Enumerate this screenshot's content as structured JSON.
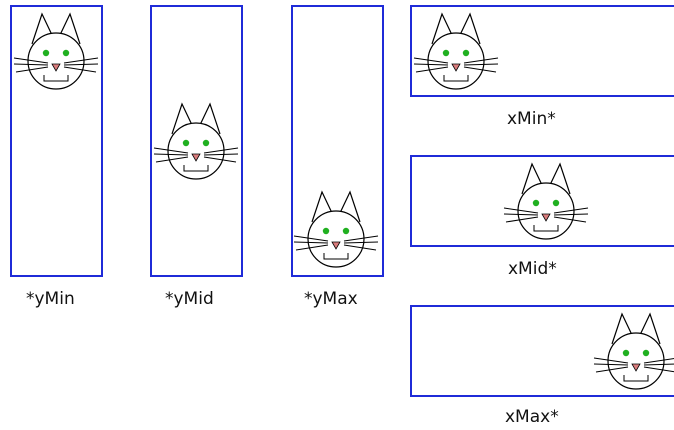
{
  "labels": {
    "ymin": "*yMin",
    "ymid": "*yMid",
    "ymax": "*yMax",
    "xmin": "xMin*",
    "xmid": "xMid*",
    "xmax": "xMax*"
  },
  "colors": {
    "frame": "#1f2bd8",
    "eyes": "#20b020",
    "nose": "#d97c7c",
    "stroke": "#000000"
  }
}
